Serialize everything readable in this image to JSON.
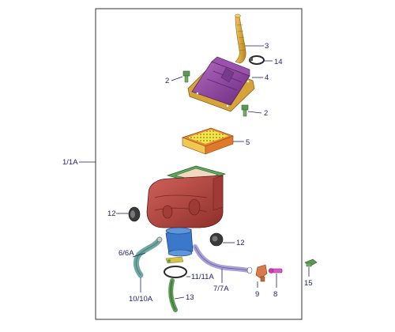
{
  "labels": {
    "assembly": "1/1A",
    "part2_left": "2",
    "part2_right": "2",
    "part3": "3",
    "part4": "4",
    "part5": "5",
    "part14": "14",
    "part12_left": "12",
    "part12_right": "12",
    "part6": "6/6A",
    "part10": "10/10A",
    "part11": "11/11A",
    "part13": "13",
    "part7": "7/7A",
    "part9": "9",
    "part8": "8",
    "part15": "15"
  },
  "colors": {
    "frame": "#333333",
    "label": "#1f1f6e",
    "cover": "#8a3f9a",
    "filter_frame": "#e88a3a",
    "filter_media": "#f2e64a",
    "housing": "#b5453f",
    "housing_top": "#5aa85a",
    "duct": "#d9a437",
    "hose_teal": "#6fa8a0",
    "outlet_blue": "#3c78c9",
    "pipe_lavender": "#a89fd6",
    "grommet": "#3a3a3a",
    "bolt_green": "#5b9a55"
  }
}
